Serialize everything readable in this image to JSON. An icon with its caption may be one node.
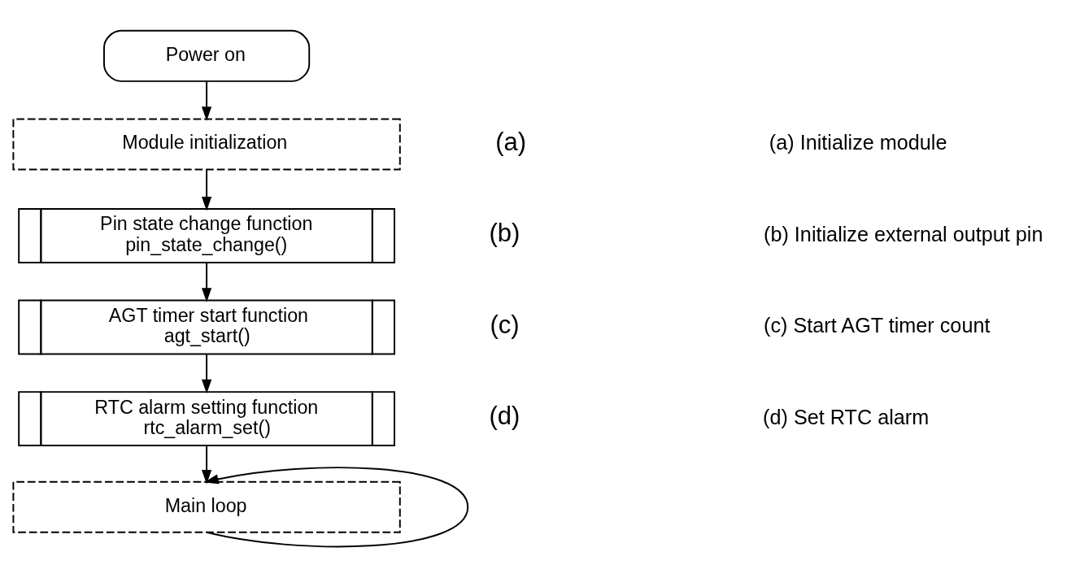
{
  "diagram": {
    "nodes": [
      {
        "text": [
          "Power on"
        ]
      },
      {
        "text": [
          "Module initialization"
        ]
      },
      {
        "text": [
          "Pin state change function",
          "pin_state_change()"
        ]
      },
      {
        "text": [
          "AGT timer start function",
          "agt_start()"
        ]
      },
      {
        "text": [
          "RTC alarm setting function",
          "rtc_alarm_set()"
        ]
      },
      {
        "text": [
          "Main loop"
        ]
      }
    ],
    "edges": [
      {
        "from": 0,
        "to": 1,
        "arrow": "to"
      },
      {
        "from": 1,
        "to": 2,
        "arrow": "to"
      },
      {
        "from": 2,
        "to": 3,
        "arrow": "to"
      },
      {
        "from": 3,
        "to": 4,
        "arrow": "to"
      },
      {
        "from": 4,
        "to": 5,
        "arrow": "to"
      },
      {
        "from": 5,
        "to": 5,
        "arrow": "to"
      }
    ],
    "labels": [
      "(a)",
      "(a) Initialize module",
      "(b)",
      "(b) Initialize external output pin",
      "(c)",
      "(c) Start AGT timer count",
      "(d)",
      "(d) Set RTC alarm"
    ]
  }
}
